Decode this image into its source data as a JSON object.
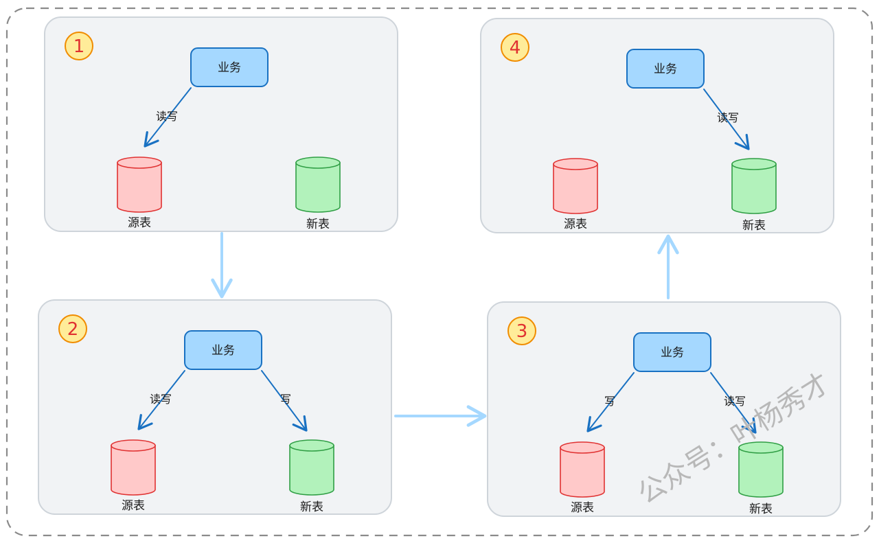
{
  "colors": {
    "panel_fill": "#f1f3f5",
    "panel_stroke": "#ced4da",
    "service_fill": "#a5d8ff",
    "service_stroke": "#1971c2",
    "source_fill": "#ffc9c9",
    "source_stroke": "#e03131",
    "target_fill": "#b2f2bb",
    "target_stroke": "#2f9e44",
    "badge_fill": "#ffec99",
    "badge_stroke": "#f08c00",
    "flow_arrow": "#a5d8ff"
  },
  "panels": [
    {
      "step": "1",
      "service": "业务",
      "source_label": "源表",
      "target_label": "新表",
      "left_edge_label": "读写",
      "right_edge_label": ""
    },
    {
      "step": "2",
      "service": "业务",
      "source_label": "源表",
      "target_label": "新表",
      "left_edge_label": "读写",
      "right_edge_label": "写"
    },
    {
      "step": "3",
      "service": "业务",
      "source_label": "源表",
      "target_label": "新表",
      "left_edge_label": "写",
      "right_edge_label": "读写"
    },
    {
      "step": "4",
      "service": "业务",
      "source_label": "源表",
      "target_label": "新表",
      "left_edge_label": "",
      "right_edge_label": "读写"
    }
  ],
  "watermark": "公众号：叶杨秀才"
}
